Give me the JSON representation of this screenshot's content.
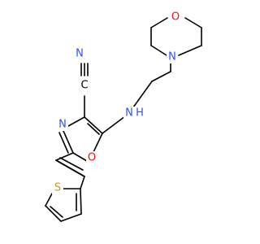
{
  "molecule": {
    "atoms": {
      "morpholine_o": {
        "symbol": "O",
        "color": "#ff0d0d"
      },
      "morpholine_n": {
        "symbol": "N",
        "color": "#3050f8"
      },
      "amine_nh": {
        "symbol": "N",
        "suffix": "H",
        "color": "#3050f8"
      },
      "nitrile_n": {
        "symbol": "N",
        "color": "#3050f8"
      },
      "nitrile_c": {
        "symbol": "C",
        "color": "#000000"
      },
      "oxazole_n": {
        "symbol": "N",
        "color": "#3050f8"
      },
      "oxazole_o": {
        "symbol": "O",
        "color": "#ff0d0d"
      },
      "thiophene_s": {
        "symbol": "S",
        "color": "#c8a000"
      }
    }
  }
}
